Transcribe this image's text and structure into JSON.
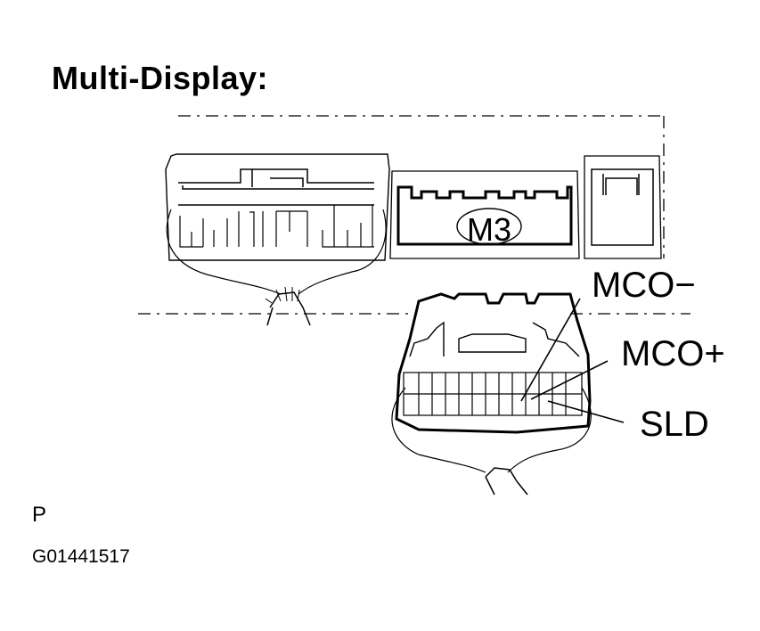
{
  "title": "Multi-Display:",
  "connector_id": "M3",
  "pin_labels": {
    "mco_minus": "MCO−",
    "mco_plus": "MCO+",
    "sld": "SLD"
  },
  "footer": {
    "view_mark": "P",
    "figure_id": "G01441517"
  },
  "colors": {
    "line": "#000000",
    "background": "#ffffff"
  }
}
